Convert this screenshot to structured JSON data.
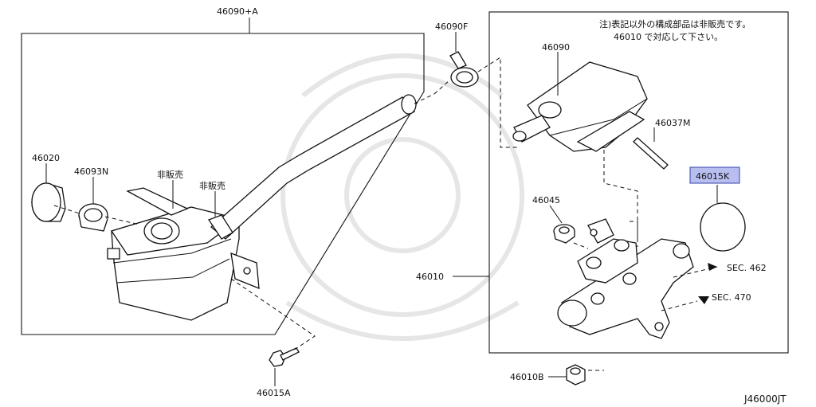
{
  "diagram_id": "J46000JT",
  "colors": {
    "highlight_fill": "#b8bef0",
    "highlight_stroke": "#3344aa",
    "ink": "#111111",
    "watermark": "#e6e6e6"
  },
  "note": {
    "line1": "注)表記以外の構成部品は非販売です。",
    "line2": "46010 で対応して下さい。"
  },
  "labels": {
    "p46090A": "46090+A",
    "p46090F": "46090F",
    "p46090": "46090",
    "p46037M": "46037M",
    "p46015K": "46015K",
    "p46020": "46020",
    "p46093N": "46093N",
    "nfs1": "非販売",
    "nfs2": "非販売",
    "p46045": "46045",
    "p46010": "46010",
    "p46015A": "46015A",
    "p46010B": "46010B",
    "sec462": "SEC. 462",
    "sec470": "SEC. 470"
  }
}
